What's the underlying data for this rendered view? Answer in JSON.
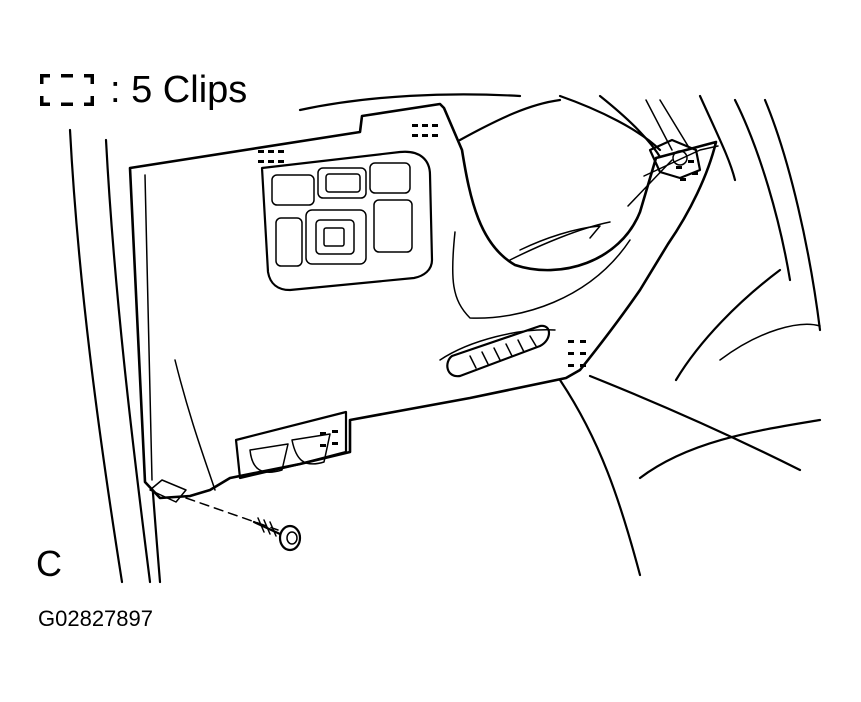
{
  "legend": {
    "icon": "dashed-clip-icon",
    "text": ": 5 Clips"
  },
  "view_label": "C",
  "figure_code": "G02827897"
}
